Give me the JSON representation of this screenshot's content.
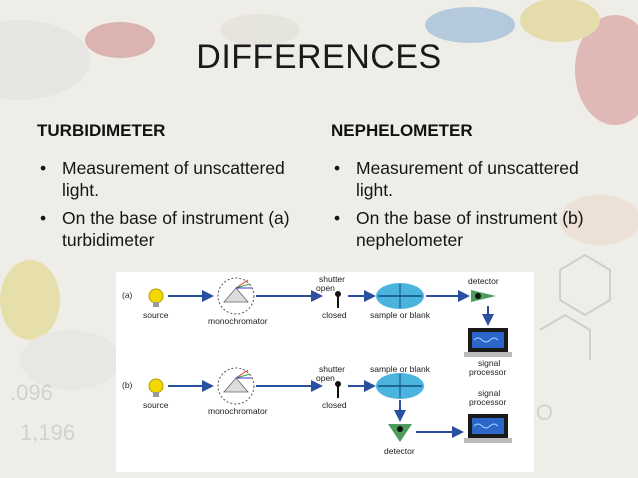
{
  "slide": {
    "title": "DIFFERENCES"
  },
  "left": {
    "heading": "TURBIDIMETER",
    "bullets": [
      "Measurement of unscattered light.",
      "On the base of instrument (a) turbidimeter"
    ]
  },
  "right": {
    "heading": "NEPHELOMETER",
    "bullets": [
      "Measurement of unscattered light.",
      "On the base of instrument (b) nephelometer"
    ]
  },
  "diagram": {
    "a": {
      "tag": "(a)",
      "source": "source",
      "monochromator": "monochromator",
      "shutter_open_1": "shutter",
      "shutter_open_2": "open",
      "shutter_closed": "closed",
      "sample": "sample or blank",
      "detector": "detector",
      "processor_1": "signal",
      "processor_2": "processor"
    },
    "b": {
      "tag": "(b)",
      "source": "source",
      "monochromator": "monochromator",
      "shutter_open_1": "shutter",
      "shutter_open_2": "open",
      "shutter_closed": "closed",
      "sample": "sample or blank",
      "detector": "detector",
      "processor_1": "signal",
      "processor_2": "processor"
    }
  },
  "colors": {
    "arrow": "#2a4f9e",
    "lamp": "#f2d800",
    "sample": "#2aa7d8",
    "detector": "#2e8b3e"
  }
}
